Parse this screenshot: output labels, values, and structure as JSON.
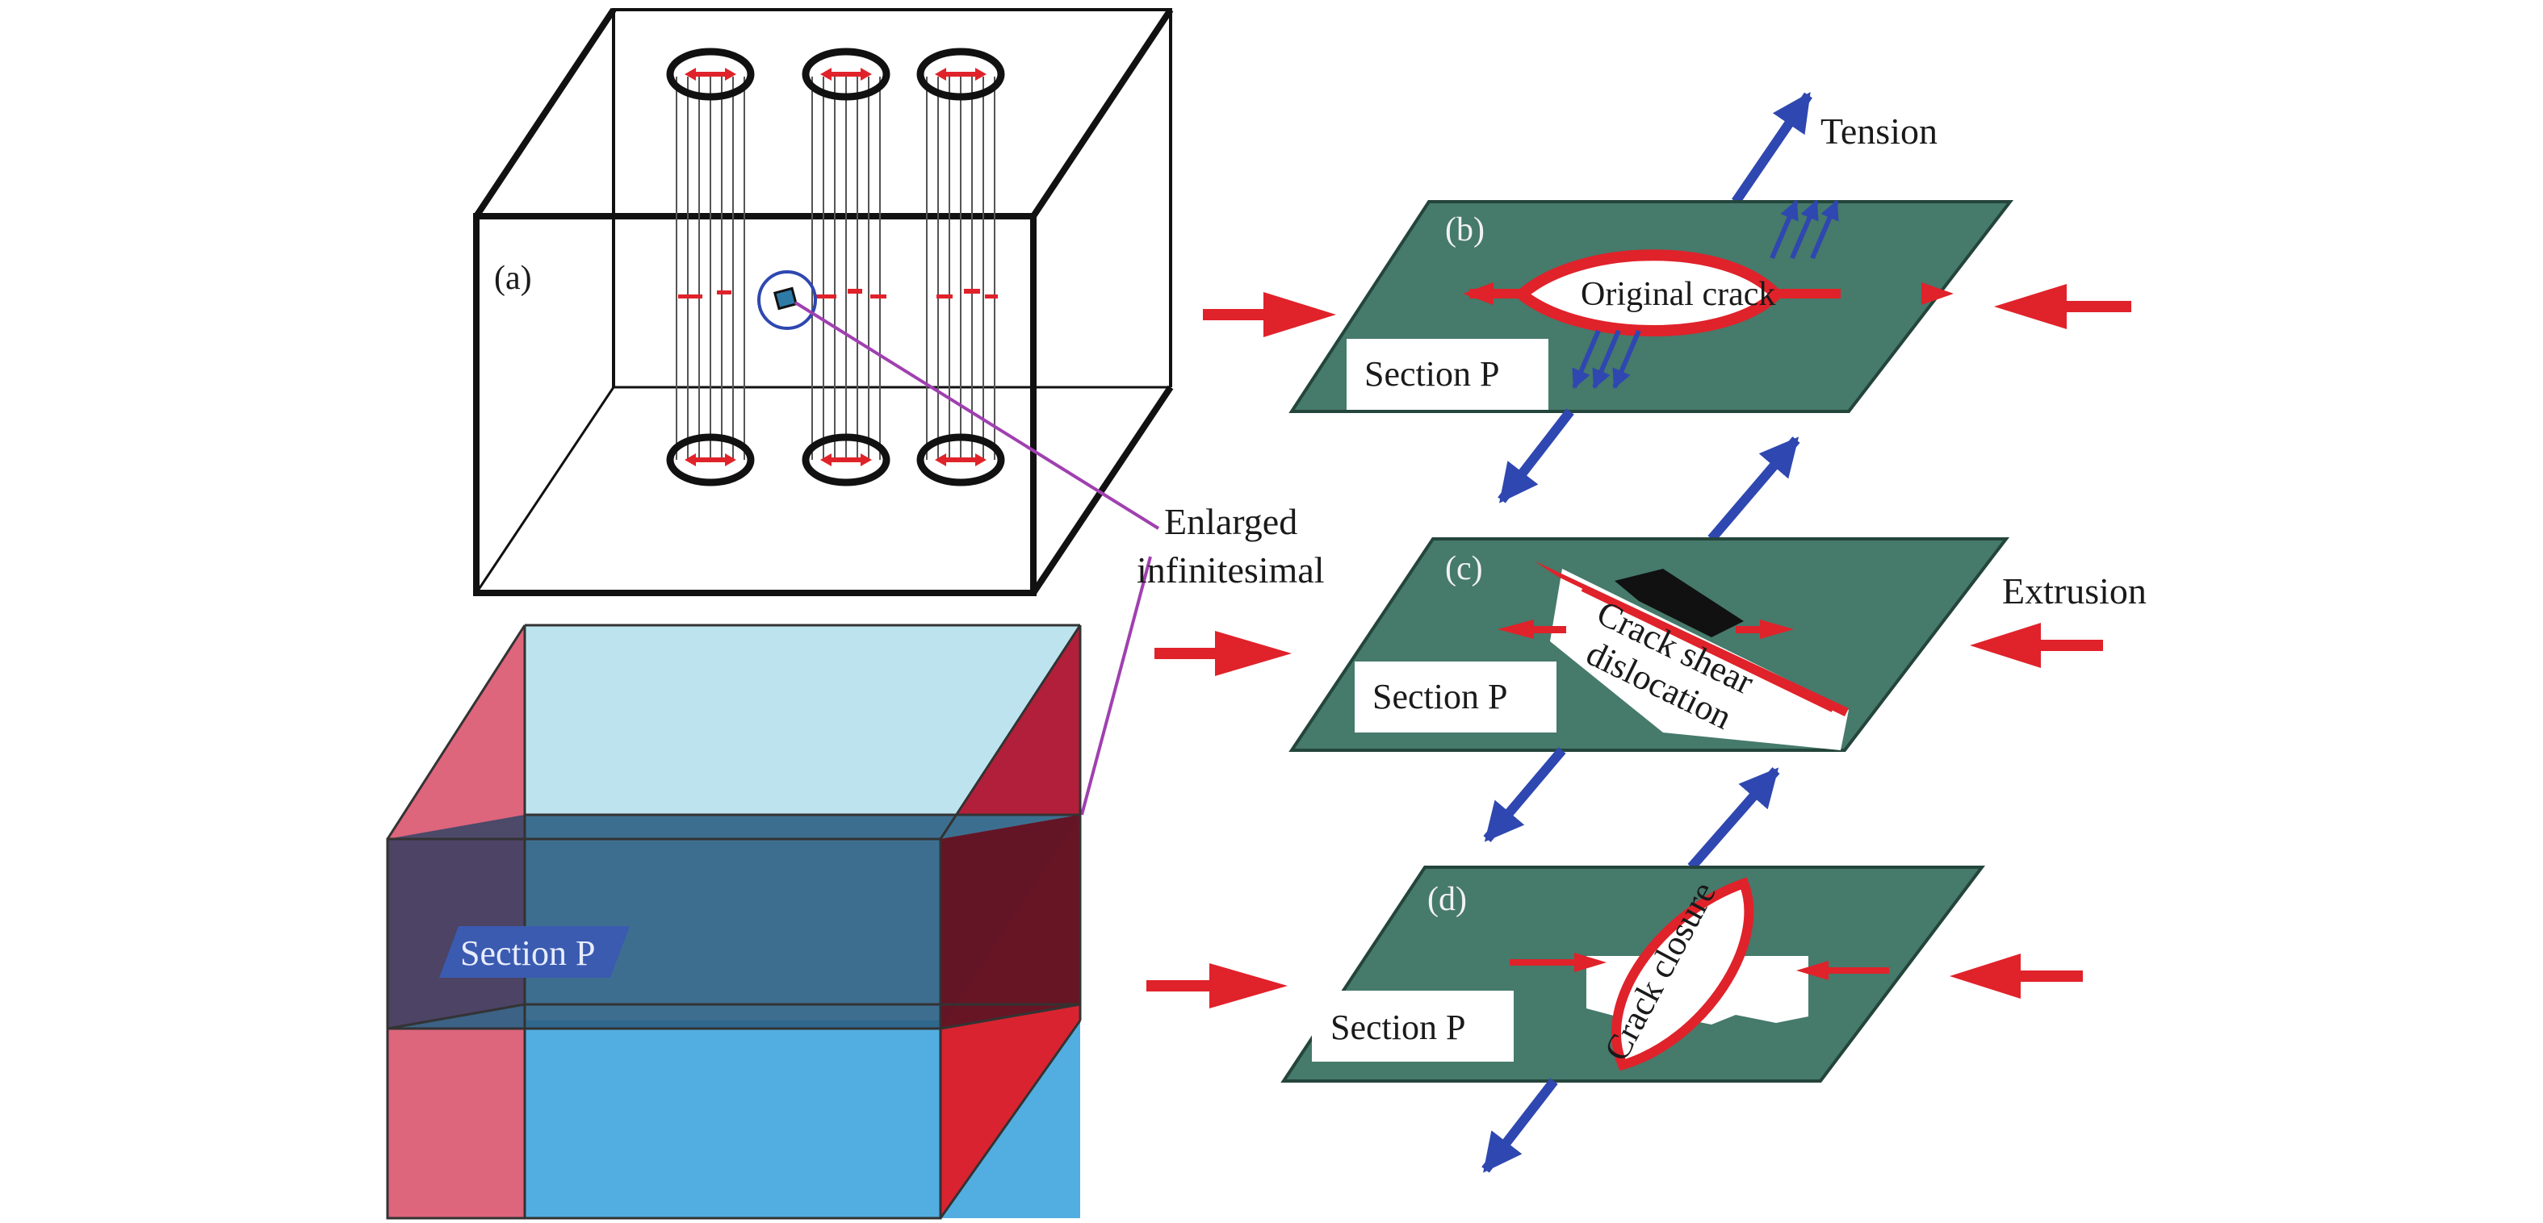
{
  "labels": {
    "panel_a": "(a)",
    "panel_b": "(b)",
    "panel_c": "(c)",
    "panel_d": "(d)",
    "tension": "Tension",
    "extrusion": "Extrusion",
    "enlarged_line1": "Enlarged",
    "enlarged_line2": "infinitesimal",
    "section_p": "Section P",
    "original_crack": "Original crack",
    "crack_shear_line1": "Crack shear",
    "crack_shear_line2": "dislocation",
    "crack_closure": "Crack closure"
  },
  "colors": {
    "plate_green": "#467A6B",
    "crack_red": "#E0222A",
    "arrow_red": "#E0222A",
    "arrow_blue": "#2F47B0",
    "cube_top": "#BDE4EE",
    "cube_bottom": "#52AEE0",
    "cube_middle": "#2E6285",
    "cube_left": "#D8506A",
    "cube_right": "#B21F3A",
    "section_tag": "#3A5BB0",
    "leader_line": "#A040B0"
  }
}
